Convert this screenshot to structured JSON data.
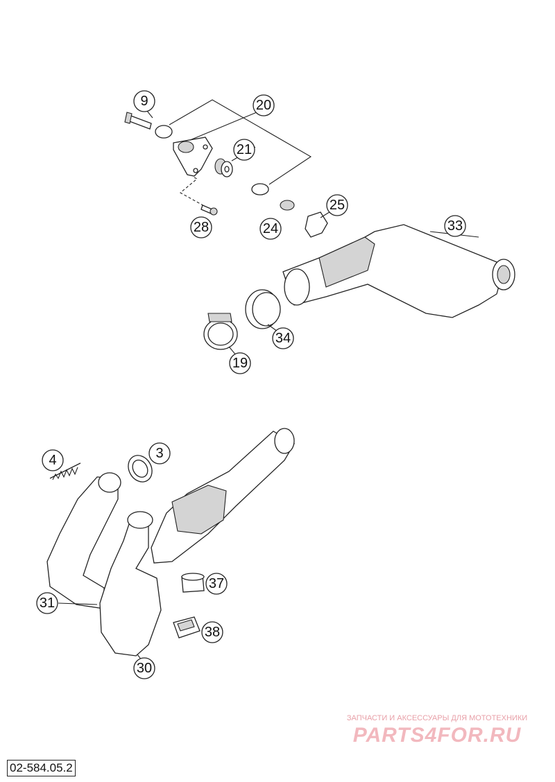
{
  "figure_code": "02-584.05.2",
  "watermark": {
    "caption": "ЗАПЧАСТИ И АКСЕССУАРЫ ДЛЯ МОТОТЕХНИКИ",
    "logo": "PARTS4FOR.RU"
  },
  "callouts": [
    {
      "id": "c9",
      "label": "9"
    },
    {
      "id": "c20",
      "label": "20"
    },
    {
      "id": "c21",
      "label": "21"
    },
    {
      "id": "c25",
      "label": "25"
    },
    {
      "id": "c28",
      "label": "28"
    },
    {
      "id": "c24",
      "label": "24"
    },
    {
      "id": "c33",
      "label": "33"
    },
    {
      "id": "c34",
      "label": "34"
    },
    {
      "id": "c19",
      "label": "19"
    },
    {
      "id": "c4",
      "label": "4"
    },
    {
      "id": "c3",
      "label": "3"
    },
    {
      "id": "c37",
      "label": "37"
    },
    {
      "id": "c31",
      "label": "31"
    },
    {
      "id": "c38",
      "label": "38"
    },
    {
      "id": "c30",
      "label": "30"
    }
  ]
}
